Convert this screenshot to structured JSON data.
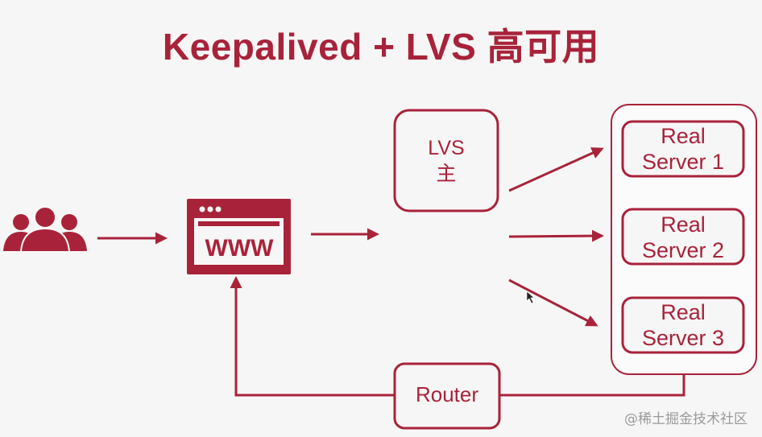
{
  "title": "Keepalived + LVS 高可用",
  "www_label": "WWW",
  "lvs": {
    "line1": "LVS",
    "line2": "主"
  },
  "real_servers": [
    {
      "line1": "Real",
      "line2": "Server 1"
    },
    {
      "line1": "Real",
      "line2": "Server 2"
    },
    {
      "line1": "Real",
      "line2": "Server 3"
    }
  ],
  "router_label": "Router",
  "watermark": "@稀土掘金技术社区",
  "colors": {
    "accent": "#a8233a",
    "background": "#f7f6f6"
  },
  "icons": [
    "users-icon",
    "browser-icon",
    "mouse-cursor-icon"
  ]
}
